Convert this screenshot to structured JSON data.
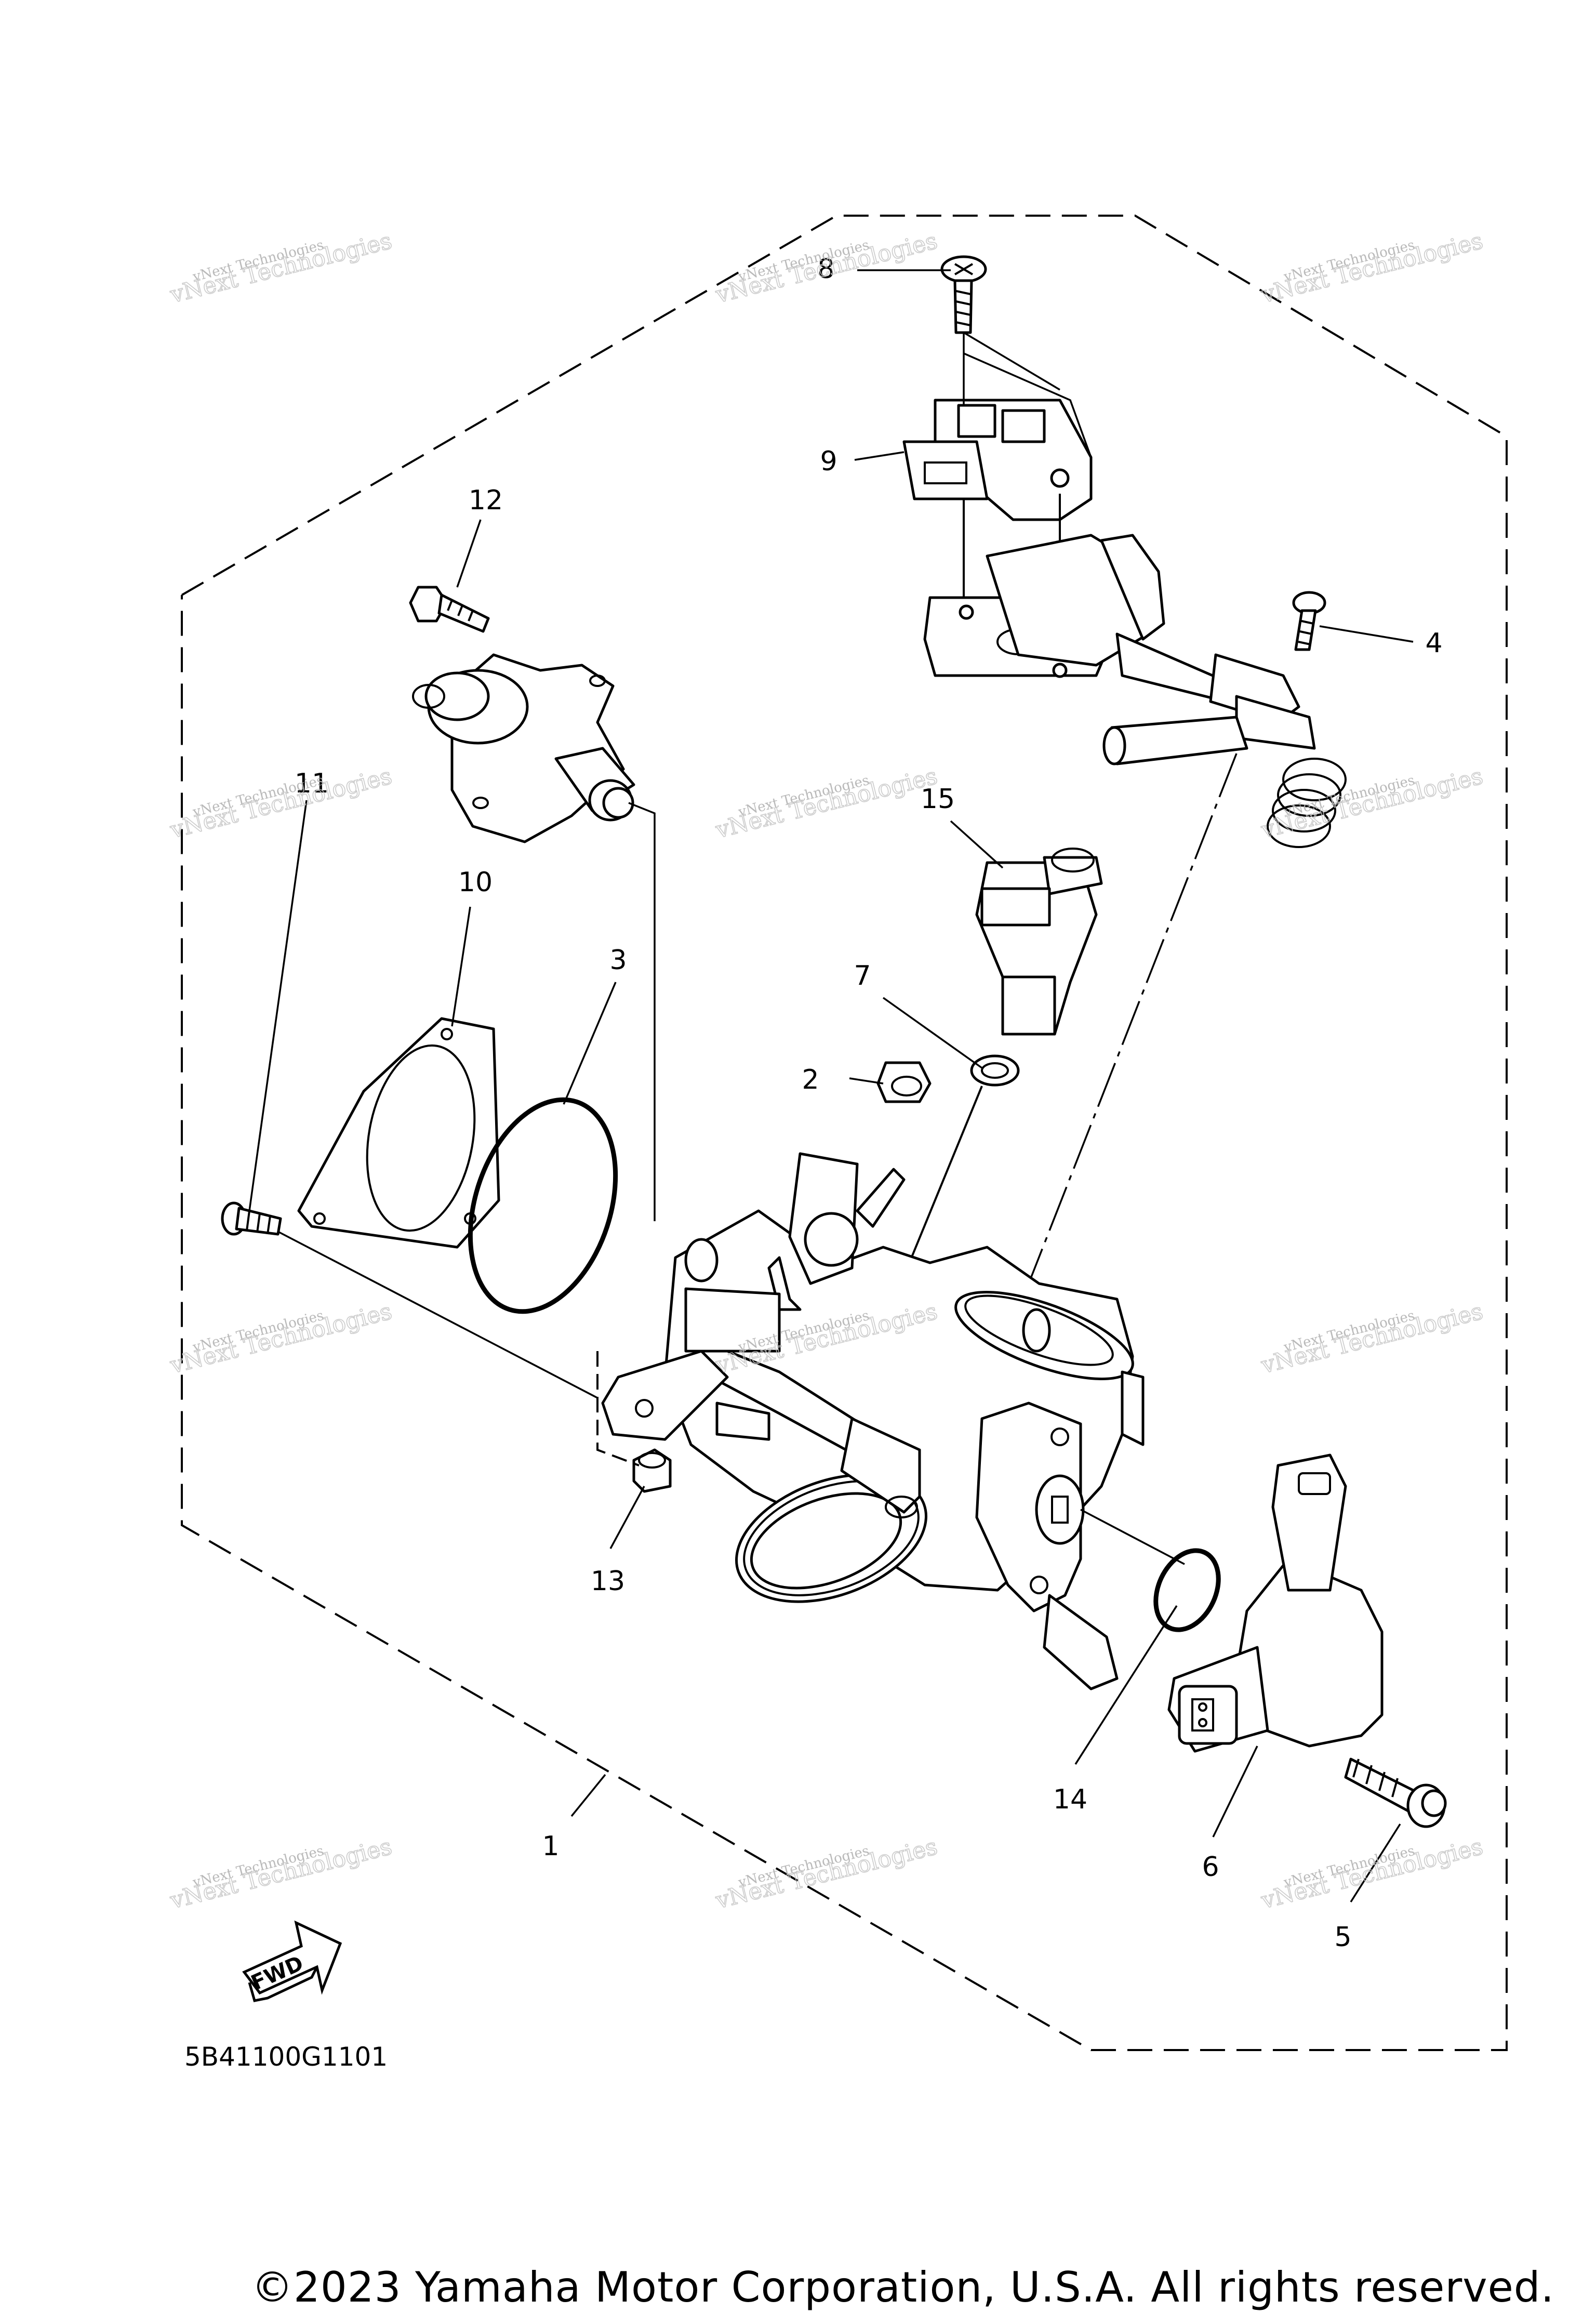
{
  "diagram": {
    "callouts": [
      "1",
      "2",
      "3",
      "4",
      "5",
      "6",
      "7",
      "8",
      "9",
      "10",
      "11",
      "12",
      "13",
      "14",
      "15"
    ],
    "drawing_code": "5B41100G1101",
    "fwd_label": "FWD",
    "watermark": {
      "line1": "vNext Technologies",
      "line2": "vNext Technologies"
    },
    "copyright": "©2023 Yamaha Motor Corporation, U.S.A. All rights reserved."
  }
}
